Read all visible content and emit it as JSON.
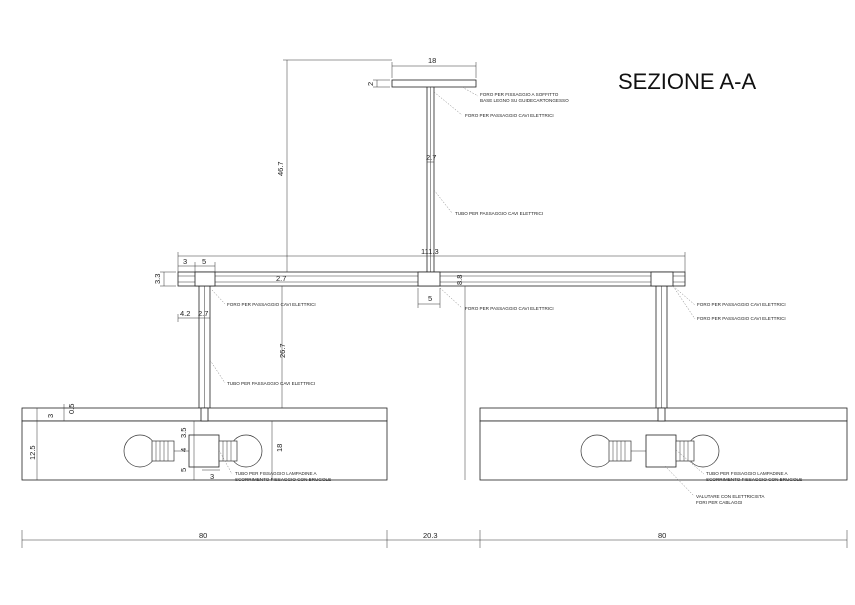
{
  "title": "SEZIONE A-A",
  "dimensions": {
    "ceiling_plate_width": "18",
    "ceiling_plate_height": "2",
    "stem_diameter": "2.7",
    "ceiling_drop": "46.7",
    "bar_length": "111.3",
    "bar_height": "3.3",
    "bar_end_3": "3",
    "bar_end_5": "5",
    "bar_inner_27": "2.7",
    "center_block_88": "8.8",
    "center_block_5": "5",
    "left_stem_42": "4.2",
    "left_stem_27": "2.7",
    "pendant_drop": "26.7",
    "shade_top_3": "3",
    "shade_top_05": "0.5",
    "shade_height": "12.5",
    "socket_35": "3.5",
    "socket_4": "4",
    "socket_5": "5",
    "socket_3": "3",
    "height_18": "18",
    "width_left": "80",
    "width_gap": "20.3",
    "width_right": "80"
  },
  "notes": {
    "ceiling_hole_1": "FORO PER FISSAGGIO A SOFFITTO",
    "ceiling_hole_2": "BASE LEGNO SU GUIDECARTONGESSO",
    "stem_cable_hole": "FORO PER PASSAGGIO CAVI ELETTRICI",
    "stem_tube": "TUBO PER PASSAGGIO CAVI ELETTRICI",
    "left_bar_hole": "FORO PER PASSAGGIO CAVI ELETTRICI",
    "center_bar_hole": "FORO PER PASSAGGIO CAVI ELETTRICI",
    "right_bar_hole_1": "FORO PER PASSAGGIO CAVI ELETTRICI",
    "right_bar_hole_2": "FORO PER PASSAGGIO CAVI ELETTRICI",
    "left_tube": "TUBO PER PASSAGGIO CAVI ELETTRICI",
    "left_lamp_tube_1": "TUBO PER FISSAGGIO LAMPADINE A",
    "left_lamp_tube_2": "SCORRIMENTO FISSAGGIO CON BRUGOLE",
    "right_lamp_tube_1": "TUBO PER FISSAGGIO LAMPADINE A",
    "right_lamp_tube_2": "SCORRIMENTO FISSAGGIO CON BRUGOLE",
    "electrician_1": "VALUTARE CON ELETTRICISTA",
    "electrician_2": "FORI PER CABLAGGI"
  }
}
